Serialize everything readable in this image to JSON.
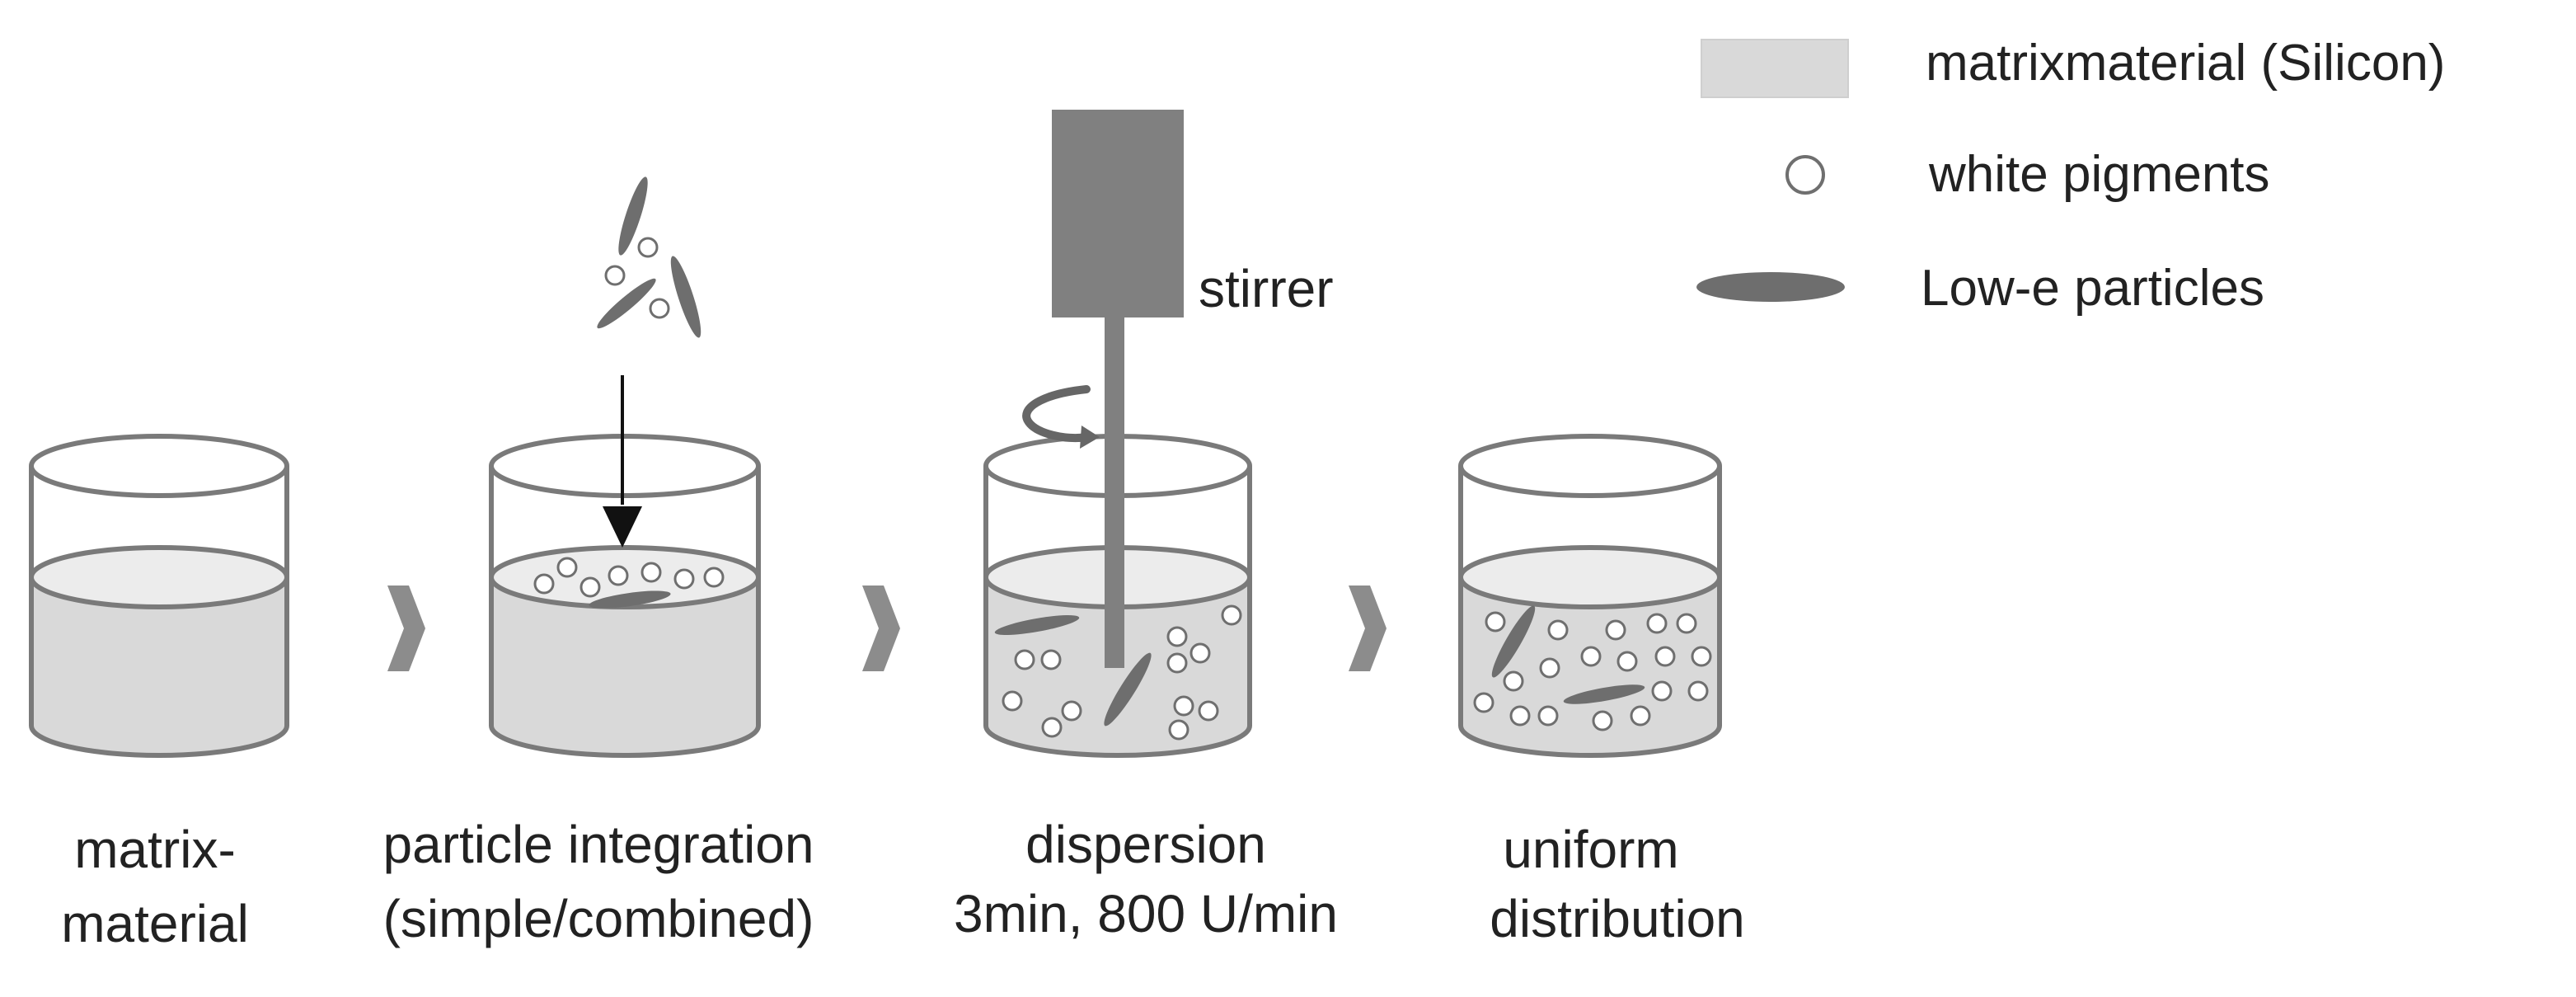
{
  "legend": {
    "matrix_label": "matrixmaterial (Silicon)",
    "pigment_label": "white pigments",
    "particle_label": "Low-e particles"
  },
  "stirrer_label": "stirrer",
  "steps": [
    {
      "line1": "matrix-",
      "line2": "material"
    },
    {
      "line1": "particle integration",
      "line2": "(simple/combined)"
    },
    {
      "line1": "dispersion",
      "line2": "3min, 800 U/min"
    },
    {
      "line1": "uniform",
      "line2": "distribution"
    }
  ],
  "colors": {
    "liquid": "#d9d9d9",
    "liquid_surface": "#ececec",
    "outline": "#7a7a7a",
    "particle": "#707070",
    "stirrer": "#808080",
    "chevron": "#8c8c8c",
    "text": "#222222"
  }
}
